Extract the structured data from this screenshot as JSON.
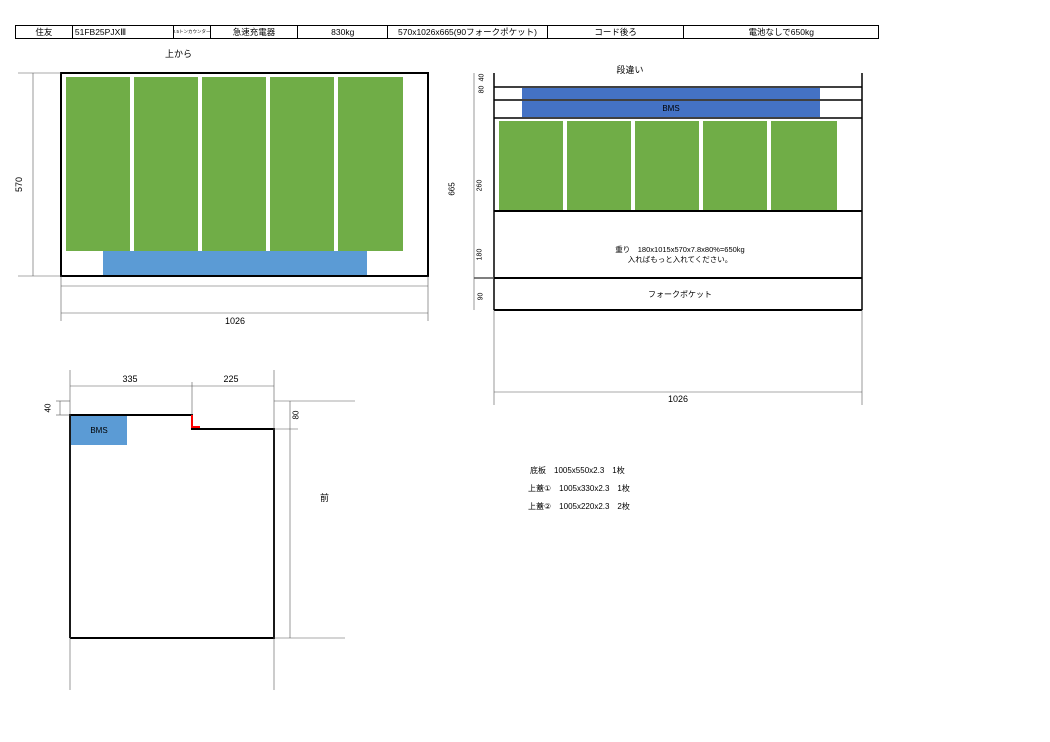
{
  "header": {
    "cells": [
      "住友",
      "51FB25PJXⅢ",
      "2.5トンカウンター",
      "急速充電器",
      "830kg",
      "570x1026x665(90フォークポケット)",
      "コード後ろ",
      "電池なしで650kg"
    ]
  },
  "top_view": {
    "title": "上から",
    "width_label": "1026",
    "depth_label": "570"
  },
  "side_view": {
    "title": "段違い",
    "height_label": "665",
    "width_label": "1026",
    "segments": [
      "40",
      "80",
      "260",
      "180",
      "90"
    ],
    "bms_label": "BMS",
    "weight_text_1": "重り　180x1015x570x7.8x80%=650kg",
    "weight_text_2": "入ればもっと入れてください。",
    "fork_pocket_label": "フォークポケット"
  },
  "section_view": {
    "dim_335": "335",
    "dim_225": "225",
    "dim_40": "40",
    "dim_80": "80",
    "bms_label": "BMS",
    "front_label": "前"
  },
  "materials": [
    "底板　1005x550x2.3　1枚",
    "上蓋①　1005x330x2.3　1枚",
    "上蓋②　1005x220x2.3　2枚"
  ],
  "colors": {
    "cell_green": "#70ad47",
    "bms_blue_top": "#5b9bd5",
    "bms_blue_side": "#4472c4",
    "accent_red": "#ff0000"
  }
}
